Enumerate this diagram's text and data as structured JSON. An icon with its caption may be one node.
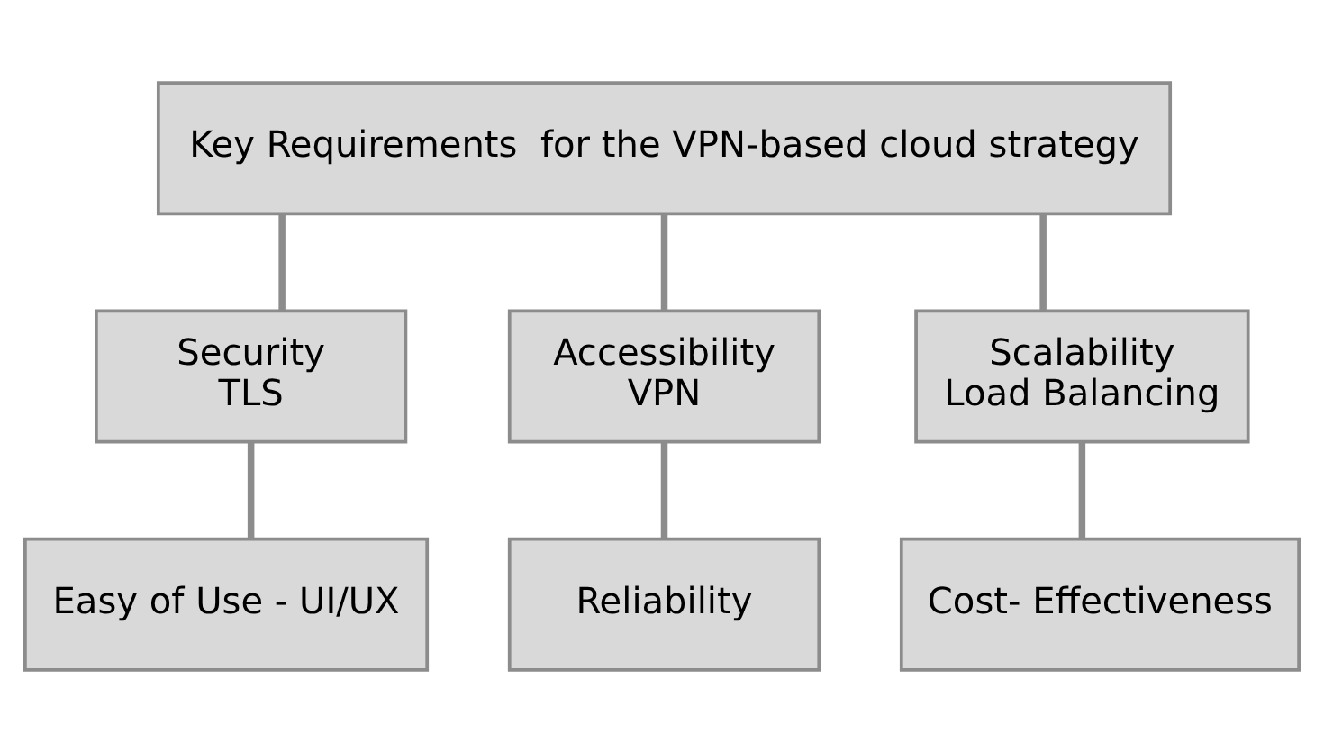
{
  "diagram": {
    "nodes": [
      {
        "text": [
          "Key Requirements  for the VPN-based cloud strategy"
        ]
      },
      {
        "text": [
          "Security",
          "TLS"
        ]
      },
      {
        "text": [
          "Accessibility",
          "VPN"
        ]
      },
      {
        "text": [
          "Scalability",
          "Load Balancing"
        ]
      },
      {
        "text": [
          "Easy of Use - UI/UX"
        ]
      },
      {
        "text": [
          "Reliability"
        ]
      },
      {
        "text": [
          "Cost- Effectiveness"
        ]
      }
    ],
    "edges": [
      {
        "from": 0,
        "to": 1,
        "arrow": "none"
      },
      {
        "from": 0,
        "to": 2,
        "arrow": "none"
      },
      {
        "from": 0,
        "to": 3,
        "arrow": "none"
      },
      {
        "from": 1,
        "to": 4,
        "arrow": "none"
      },
      {
        "from": 2,
        "to": 5,
        "arrow": "none"
      },
      {
        "from": 3,
        "to": 6,
        "arrow": "none"
      }
    ]
  }
}
